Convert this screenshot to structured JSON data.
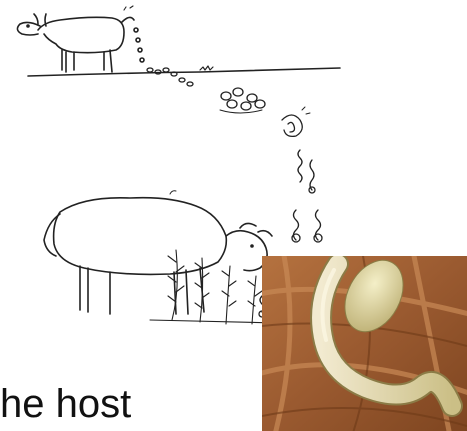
{
  "caption": {
    "text": "he host"
  },
  "colors": {
    "ink": "#222222",
    "photo_bg": "#a8673a",
    "worm": "#e7dca8",
    "egg": "#e1d69b"
  },
  "icons": {
    "sheep_top": "sheep-defecating-illustration",
    "sheep_bottom": "sheep-grazing-illustration",
    "larvae": "larvae-stages-illustration",
    "worm_photo": "nematode-micrograph"
  }
}
